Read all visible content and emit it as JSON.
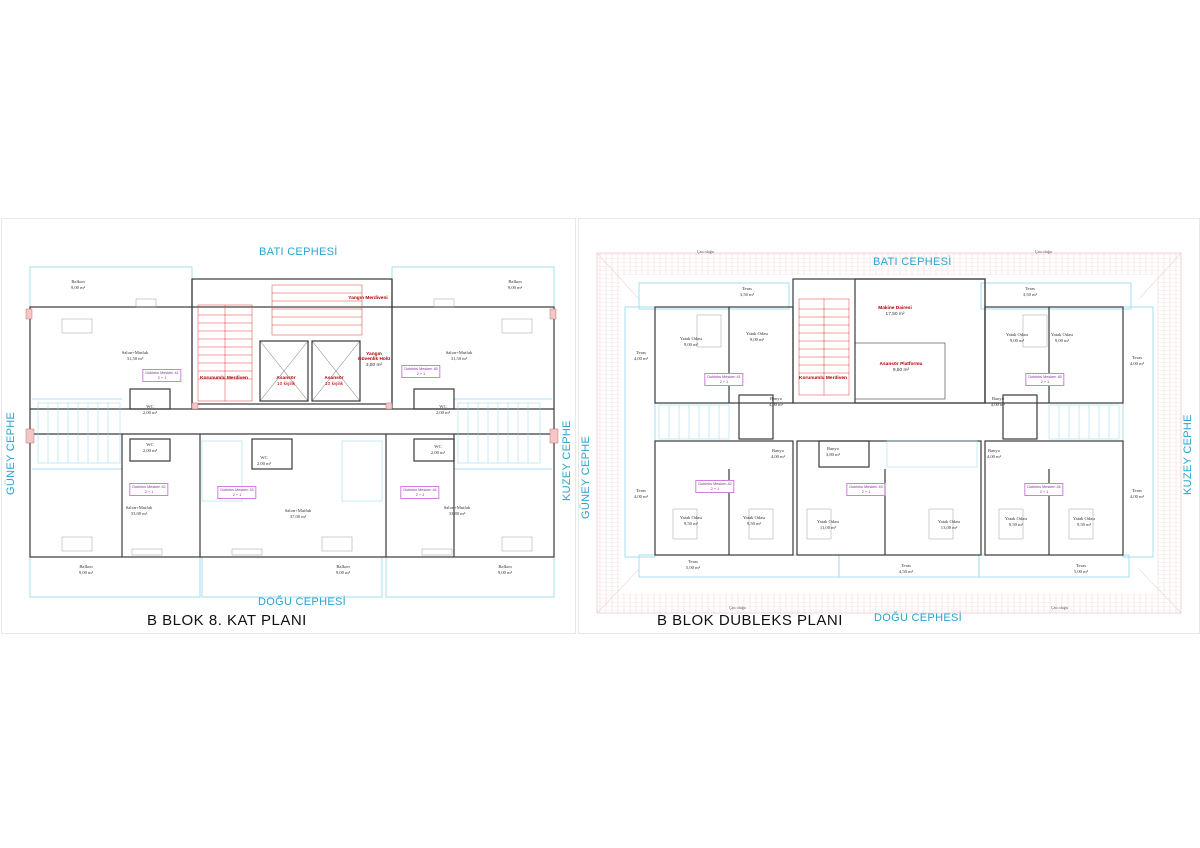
{
  "colors": {
    "facade": "#2aa3cf",
    "wall": "#3a3a3a",
    "cyan_line": "#8fd8ef",
    "stair": "#d83a3a",
    "tag": "#8b2fa3"
  },
  "plan1": {
    "title": "B BLOK 8. KAT PLANI",
    "facades": {
      "top": "BATI CEPHESİ",
      "bottom": "DOĞU CEPHESİ",
      "left": "GÜNEY CEPHE",
      "right": "KUZEY CEPHE"
    },
    "core": {
      "stair": "Korunumlu Merdiven",
      "fire_stair": "Yangın Merdiveni",
      "fire_hall": {
        "name": "Yangın Güvenlik Holü",
        "area": "3,80 m²"
      },
      "lift1": {
        "name": "Asansör",
        "cap": "10 kişilik"
      },
      "lift2": {
        "name": "Asansör",
        "cap": "10 kişilik"
      }
    },
    "rooms": [
      {
        "id": "balkon-nw",
        "name": "Balkon",
        "area": "9,00 m²"
      },
      {
        "id": "balkon-ne",
        "name": "Balkon",
        "area": "9,00 m²"
      },
      {
        "id": "salon-nw",
        "name": "Salon+Mutfak",
        "area": "31,50 m²"
      },
      {
        "id": "salon-ne",
        "name": "Salon+Mutfak",
        "area": "31,50 m²"
      },
      {
        "id": "wc-w1",
        "name": "WC",
        "area": "2,00 m²"
      },
      {
        "id": "wc-w2",
        "name": "WC",
        "area": "2,00 m²"
      },
      {
        "id": "wc-c",
        "name": "WC",
        "area": "2,00 m²"
      },
      {
        "id": "wc-e1",
        "name": "WC",
        "area": "2,00 m²"
      },
      {
        "id": "wc-e2",
        "name": "WC",
        "area": "2,00 m²"
      },
      {
        "id": "salon-sw",
        "name": "Salon+Mutfak",
        "area": "33,00 m²"
      },
      {
        "id": "salon-sc",
        "name": "Salon+Mutfak",
        "area": "37,00 m²"
      },
      {
        "id": "salon-se",
        "name": "Salon+Mutfak",
        "area": "33,80 m²"
      },
      {
        "id": "balkon-sw",
        "name": "Balkon",
        "area": "9,00 m²"
      },
      {
        "id": "balkon-sc",
        "name": "Balkon",
        "area": "9,00 m²"
      },
      {
        "id": "balkon-se",
        "name": "Balkon",
        "area": "9,00 m²"
      }
    ],
    "tags": [
      {
        "id": "41",
        "label": "Dubleks Mesken 41",
        "type": "2 + 1"
      },
      {
        "id": "45",
        "label": "Dubleks Mesken 45",
        "type": "2 + 1"
      },
      {
        "id": "42",
        "label": "Dubleks Mesken 42",
        "type": "2 + 1"
      },
      {
        "id": "43",
        "label": "Dubleks Mesken 43",
        "type": "2 + 1"
      },
      {
        "id": "44",
        "label": "Dubleks Mesken 44",
        "type": "2 + 1"
      }
    ]
  },
  "plan2": {
    "title": "B BLOK DUBLEKS  PLANI",
    "facades": {
      "top": "BATI CEPHESİ",
      "bottom": "DOĞU CEPHESİ",
      "left": "GÜNEY CEPHE",
      "right": "KUZEY CEPHE"
    },
    "gutter": "Çatı oluğu",
    "core": {
      "stair": "Korunumlu Merdiven",
      "machine": {
        "name": "Makine Dairesi",
        "area": "17,50 m²"
      },
      "platform": {
        "name": "Asansör Platformu",
        "area": "9,50 m²"
      }
    },
    "rooms": [
      {
        "id": "teras-n1",
        "name": "Teras",
        "area": "3,50 m²"
      },
      {
        "id": "teras-n2",
        "name": "Teras",
        "area": "3,50 m²"
      },
      {
        "id": "teras-w1",
        "name": "Teras",
        "area": "4,00 m²"
      },
      {
        "id": "teras-e1",
        "name": "Teras",
        "area": "4,00 m²"
      },
      {
        "id": "yatak-1a",
        "name": "Yatak Odası",
        "area": "9,00 m²"
      },
      {
        "id": "yatak-1b",
        "name": "Yatak Odası",
        "area": "9,00 m²"
      },
      {
        "id": "yatak-5a",
        "name": "Yatak Odası",
        "area": "9,00 m²"
      },
      {
        "id": "yatak-5b",
        "name": "Yatak Odası",
        "area": "9,00 m²"
      },
      {
        "id": "banyo-1",
        "name": "Banyo",
        "area": "4,00 m²"
      },
      {
        "id": "banyo-2",
        "name": "Banyo",
        "area": "4,00 m²"
      },
      {
        "id": "banyo-3",
        "name": "Banyo",
        "area": "3,80 m²"
      },
      {
        "id": "banyo-4",
        "name": "Banyo",
        "area": "4,00 m²"
      },
      {
        "id": "banyo-5",
        "name": "Banyo",
        "area": "4,00 m²"
      },
      {
        "id": "teras-w2",
        "name": "Teras",
        "area": "4,00 m²"
      },
      {
        "id": "teras-e2",
        "name": "Teras",
        "area": "4,00 m²"
      },
      {
        "id": "yatak-2a",
        "name": "Yatak Odası",
        "area": "9,50 m²"
      },
      {
        "id": "yatak-2b",
        "name": "Yatak Odası",
        "area": "9,50 m²"
      },
      {
        "id": "yatak-3a",
        "name": "Yatak Odası",
        "area": "11,00 m²"
      },
      {
        "id": "yatak-3b",
        "name": "Yatak Odası",
        "area": "13,00 m²"
      },
      {
        "id": "yatak-4a",
        "name": "Yatak Odası",
        "area": "9,50 m²"
      },
      {
        "id": "yatak-4b",
        "name": "Yatak Odası",
        "area": "9,50 m²"
      },
      {
        "id": "teras-s1",
        "name": "Teras",
        "area": "5,00 m²"
      },
      {
        "id": "teras-s2",
        "name": "Teras",
        "area": "4,50 m²"
      },
      {
        "id": "teras-s3",
        "name": "Teras",
        "area": "5,00 m²"
      }
    ],
    "tags": [
      {
        "id": "41",
        "label": "Dubleks Mesken 41",
        "type": "2 + 1"
      },
      {
        "id": "45",
        "label": "Dubleks Mesken 45",
        "type": "2 + 1"
      },
      {
        "id": "42",
        "label": "Dubleks Mesken 42",
        "type": "2 + 1"
      },
      {
        "id": "43",
        "label": "Dubleks Mesken 43",
        "type": "2 + 1"
      },
      {
        "id": "44",
        "label": "Dubleks Mesken 44",
        "type": "2 + 1"
      }
    ]
  }
}
